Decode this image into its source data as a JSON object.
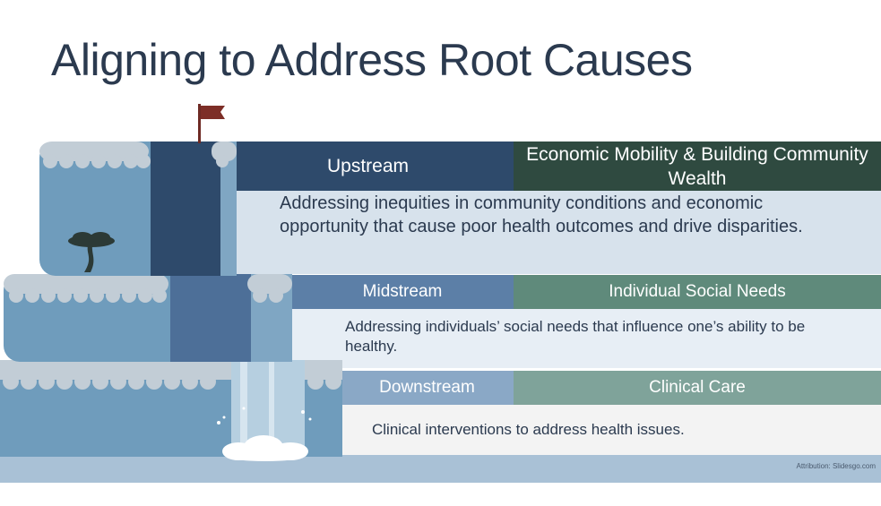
{
  "title": "Aligning to Address Root Causes",
  "rows": [
    {
      "stream": "Upstream",
      "category": "Economic Mobility & Building Community Wealth",
      "description": "Addressing inequities in community conditions and economic opportunity that cause poor health outcomes and drive disparities."
    },
    {
      "stream": "Midstream",
      "category": "Individual Social Needs",
      "description": "Addressing individuals’ social needs that influence one’s ability to be healthy."
    },
    {
      "stream": "Downstream",
      "category": "Clinical Care",
      "description": "Clinical interventions to address health issues."
    }
  ],
  "attribution": "Attribution: Slidesgo.com",
  "colors": {
    "title": "#2b3a4f",
    "upstream_band": "#2e4a6b",
    "upstream_category": "#2f4a40",
    "midstream_band": "#5c7fa7",
    "midstream_category": "#5f8a7b",
    "downstream_band": "#8aa8c6",
    "downstream_category": "#7fa39a",
    "ground": "#a9c1d6"
  },
  "icons": [
    "flag-icon",
    "tree-icon",
    "waterfall-illustration",
    "splash-icon"
  ]
}
